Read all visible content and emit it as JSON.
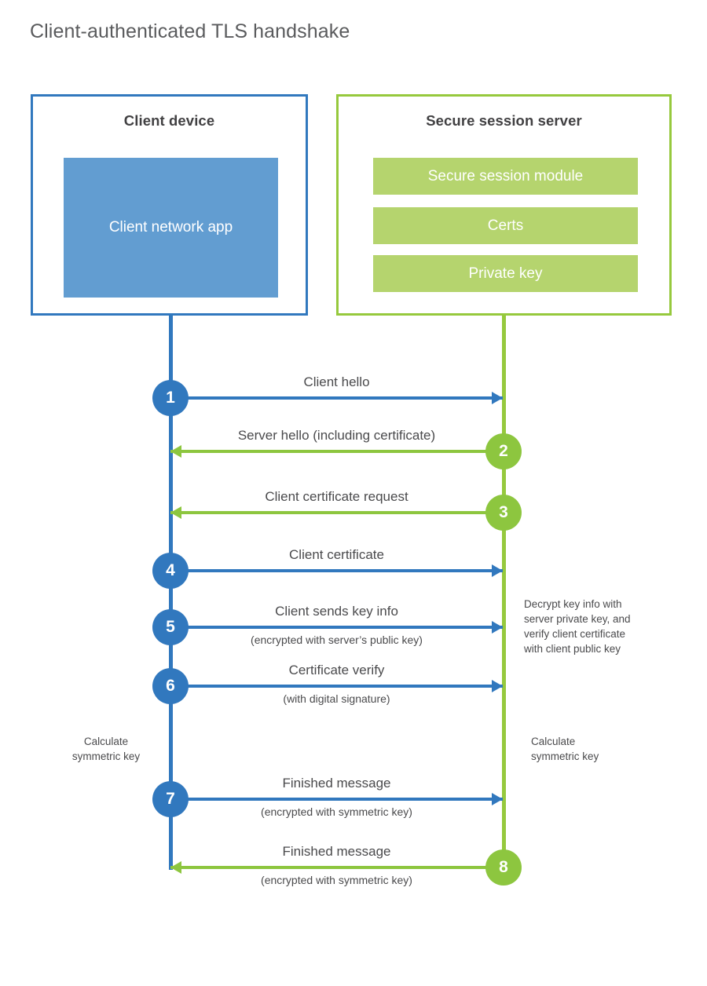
{
  "page": {
    "title": "Client-authenticated TLS handshake"
  },
  "colors": {
    "client_blue": "#3178be",
    "client_app_fill": "#629dd1",
    "server_green": "#96c93d",
    "server_bar_fill": "#b5d46e",
    "arrow_green": "#8dc63f",
    "text_gray": "#4a4a4c",
    "title_gray": "#5a5b5d",
    "background": "#ffffff"
  },
  "client": {
    "title": "Client device",
    "app_label": "Client network\napp"
  },
  "server": {
    "title": "Secure session server",
    "components": [
      {
        "label": "Secure session module"
      },
      {
        "label": "Certs"
      },
      {
        "label": "Private key"
      }
    ]
  },
  "messages": [
    {
      "step": "1",
      "label": "Client hello",
      "sublabel": "",
      "direction": "to-server",
      "color": "#3178be"
    },
    {
      "step": "2",
      "label": "Server hello (including certificate)",
      "sublabel": "",
      "direction": "to-client",
      "color": "#8dc63f"
    },
    {
      "step": "3",
      "label": "Client certificate request",
      "sublabel": "",
      "direction": "to-client",
      "color": "#8dc63f"
    },
    {
      "step": "4",
      "label": "Client certificate",
      "sublabel": "",
      "direction": "to-server",
      "color": "#3178be"
    },
    {
      "step": "5",
      "label": "Client sends key info",
      "sublabel": "(encrypted with server’s public key)",
      "direction": "to-server",
      "color": "#3178be"
    },
    {
      "step": "6",
      "label": "Certificate verify",
      "sublabel": "(with digital signature)",
      "direction": "to-server",
      "color": "#3178be"
    },
    {
      "step": "7",
      "label": "Finished message",
      "sublabel": "(encrypted with symmetric key)",
      "direction": "to-server",
      "color": "#3178be"
    },
    {
      "step": "8",
      "label": "Finished message",
      "sublabel": "(encrypted with symmetric key)",
      "direction": "to-client",
      "color": "#8dc63f"
    }
  ],
  "notes": {
    "decrypt": "Decrypt key info with\nserver private key, and\nverify client certificate\nwith client public key",
    "calculate_client": "Calculate\nsymmetric key",
    "calculate_server": "Calculate\nsymmetric key"
  }
}
